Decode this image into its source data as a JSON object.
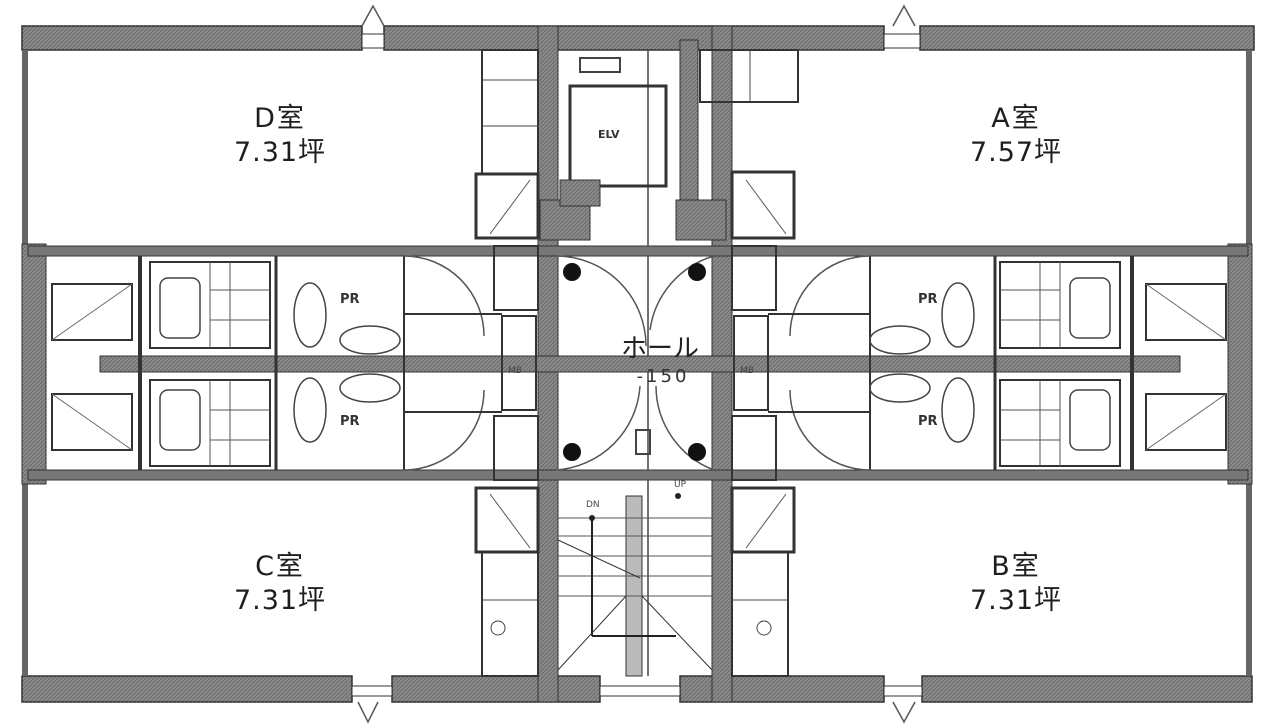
{
  "plan": {
    "type": "floor-plan",
    "colors": {
      "wall": "#555555",
      "wall_fill": "#7a7a7a",
      "line": "#3a3a3a",
      "background": "#ffffff",
      "column": "#111111"
    },
    "rooms": [
      {
        "id": "D",
        "name": "D室",
        "area": "7.31坪",
        "position": "top-left"
      },
      {
        "id": "A",
        "name": "A室",
        "area": "7.57坪",
        "position": "top-right"
      },
      {
        "id": "C",
        "name": "C室",
        "area": "7.31坪",
        "position": "bottom-left"
      },
      {
        "id": "B",
        "name": "B室",
        "area": "7.31坪",
        "position": "bottom-right"
      }
    ],
    "hall": {
      "name": "ホール",
      "level": "-150"
    },
    "elevator": {
      "label": "ELV"
    },
    "stairs": {
      "down_label": "DN",
      "up_label": "UP"
    },
    "pipe_rooms": [
      {
        "label": "PR",
        "position": "left-upper"
      },
      {
        "label": "PR",
        "position": "left-lower"
      },
      {
        "label": "PR",
        "position": "right-upper"
      },
      {
        "label": "PR",
        "position": "right-lower"
      }
    ],
    "meter_boxes": [
      {
        "label": "MB",
        "position": "left"
      },
      {
        "label": "MB",
        "position": "right"
      }
    ]
  }
}
